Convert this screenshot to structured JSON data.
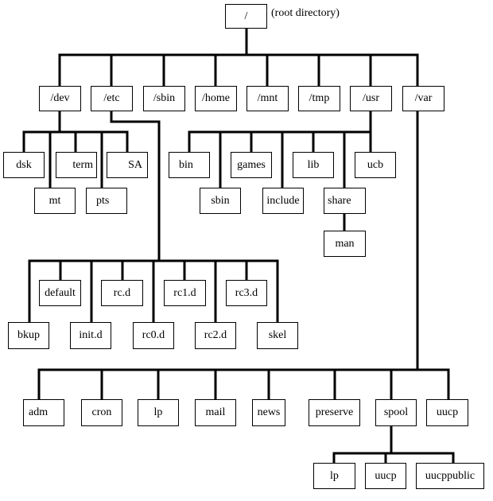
{
  "nodes": {
    "root": "/",
    "dev": "/dev",
    "etc": "/etc",
    "sbin": "/sbin",
    "home": "/home",
    "mnt": "/mnt",
    "tmp": "/tmp",
    "usr": "/usr",
    "var": "/var",
    "dsk": "dsk",
    "term": "term",
    "SA": "SA",
    "mt": "mt",
    "pts": "pts",
    "default": "default",
    "rc_d": "rc.d",
    "rc1_d": "rc1.d",
    "rc3_d": "rc3.d",
    "bkup": "bkup",
    "init_d": "init.d",
    "rc0_d": "rc0.d",
    "rc2_d": "rc2.d",
    "skel": "skel",
    "bin": "bin",
    "games": "games",
    "lib": "lib",
    "ucb": "ucb",
    "usr_sbin": "sbin",
    "include": "include",
    "share": "share",
    "man": "man",
    "adm": "adm",
    "cron": "cron",
    "var_lp": "lp",
    "mail": "mail",
    "news": "news",
    "preserve": "preserve",
    "spool": "spool",
    "var_uucp": "uucp",
    "spool_lp": "lp",
    "spool_uucp": "uucp",
    "uucppublic": "uucppublic"
  },
  "root_note": "(root directory)",
  "colors": {
    "line": "#000000",
    "box_border": "#000000",
    "background": "#ffffff"
  }
}
